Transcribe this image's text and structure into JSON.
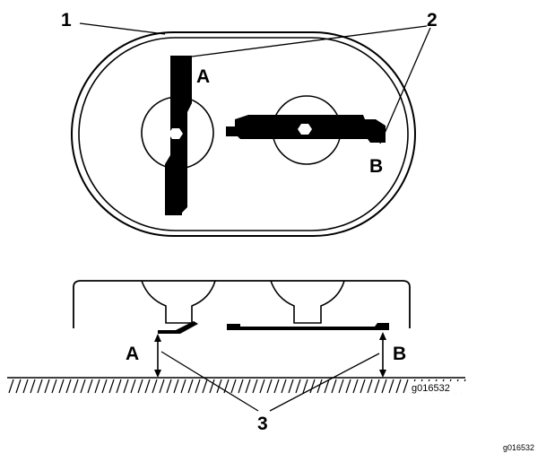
{
  "callouts": {
    "one": "1",
    "two": "2",
    "three": "3",
    "top_a": "A",
    "top_b": "B",
    "side_a": "A",
    "side_b": "B"
  },
  "figure_code": "g016532",
  "corner_code": "g016532",
  "colors": {
    "line": "#000000",
    "background": "#ffffff"
  }
}
